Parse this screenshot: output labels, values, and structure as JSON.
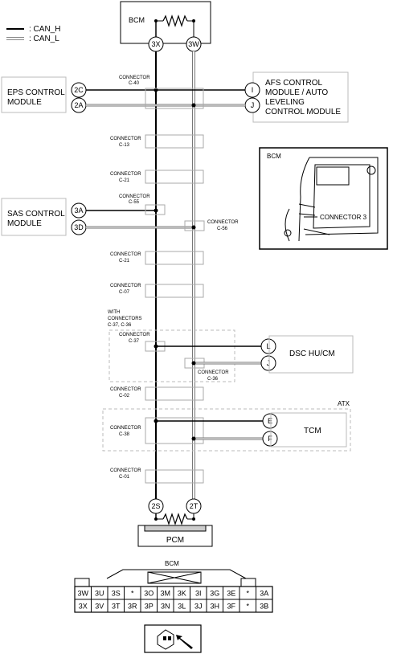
{
  "legend": {
    "can_h": ": CAN_H",
    "can_l": ": CAN_L"
  },
  "bcm_top": {
    "title": "BCM",
    "pin_h": "3X",
    "pin_l": "3W"
  },
  "eps": {
    "title_line1": "EPS CONTROL",
    "title_line2": "MODULE",
    "pin_h": "2C",
    "pin_l": "2A"
  },
  "afs": {
    "title_line1": "AFS CONTROL",
    "title_line2": "MODULE / AUTO",
    "title_line3": "LEVELING",
    "title_line4": "CONTROL MODULE",
    "pin_h": "I",
    "pin_l": "J"
  },
  "sas": {
    "title_line1": "SAS CONTROL",
    "title_line2": "MODULE",
    "pin_h": "3A",
    "pin_l": "3D"
  },
  "dsc": {
    "title": "DSC HU/CM",
    "pin_h": "L",
    "pin_l": "J"
  },
  "tcm": {
    "title": "TCM",
    "group_label": "ATX",
    "pin_h": "E",
    "pin_l": "F"
  },
  "pcm": {
    "title": "PCM",
    "pin_h": "2S",
    "pin_l": "2T"
  },
  "connectors": {
    "c40": [
      "CONNECTOR",
      "C-40"
    ],
    "c13": [
      "CONNECTOR",
      "C-13"
    ],
    "c21a": [
      "CONNECTOR",
      "C-21"
    ],
    "c55": [
      "CONNECTOR",
      "C-55"
    ],
    "c56": [
      "CONNECTOR",
      "C-56"
    ],
    "c21b": [
      "CONNECTOR",
      "C-21"
    ],
    "c07": [
      "CONNECTOR",
      "C-07"
    ],
    "with_group": [
      "WITH",
      "CONNECTORS",
      "C-37, C-36"
    ],
    "c37": [
      "CONNECTOR",
      "C-37"
    ],
    "c36": [
      "CONNECTOR",
      "C-36"
    ],
    "c02": [
      "CONNECTOR",
      "C-02"
    ],
    "c38": [
      "CONNECTOR",
      "C-38"
    ],
    "c01": [
      "CONNECTOR",
      "C-01"
    ]
  },
  "inset": {
    "title": "BCM",
    "label": "CONNECTOR 3"
  },
  "bcm_face": {
    "title": "BCM",
    "row1": [
      "3W",
      "3U",
      "3S",
      "*",
      "3O",
      "3M",
      "3K",
      "3I",
      "3G",
      "3E",
      "*",
      "3A"
    ],
    "row2": [
      "3X",
      "3V",
      "3T",
      "3R",
      "3P",
      "3N",
      "3L",
      "3J",
      "3H",
      "3F",
      "*",
      "3B"
    ]
  },
  "icons": {
    "resistor": "terminating-resistor-icon",
    "connector_view": "connector-view-arrow-icon"
  }
}
